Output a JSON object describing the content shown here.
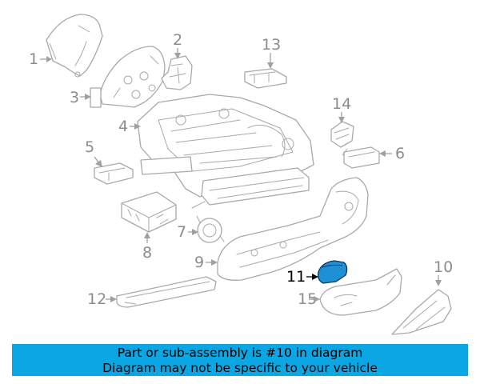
{
  "callouts": [
    {
      "id": "1",
      "label": "1"
    },
    {
      "id": "2",
      "label": "2"
    },
    {
      "id": "3",
      "label": "3"
    },
    {
      "id": "4",
      "label": "4"
    },
    {
      "id": "5",
      "label": "5"
    },
    {
      "id": "6",
      "label": "6"
    },
    {
      "id": "7",
      "label": "7"
    },
    {
      "id": "8",
      "label": "8"
    },
    {
      "id": "9",
      "label": "9"
    },
    {
      "id": "10",
      "label": "10"
    },
    {
      "id": "11",
      "label": "11"
    },
    {
      "id": "12",
      "label": "12"
    },
    {
      "id": "13",
      "label": "13"
    },
    {
      "id": "14",
      "label": "14"
    },
    {
      "id": "15",
      "label": "15"
    }
  ],
  "highlighted_part": "10",
  "colors": {
    "highlight_fill": "#1e90d6",
    "banner_background": "#0aa7e4",
    "outline": "#a9a9a9"
  },
  "banner": {
    "line1": "Part or sub-assembly is #10 in diagram",
    "line2": "Diagram may not be specific to your vehicle"
  }
}
